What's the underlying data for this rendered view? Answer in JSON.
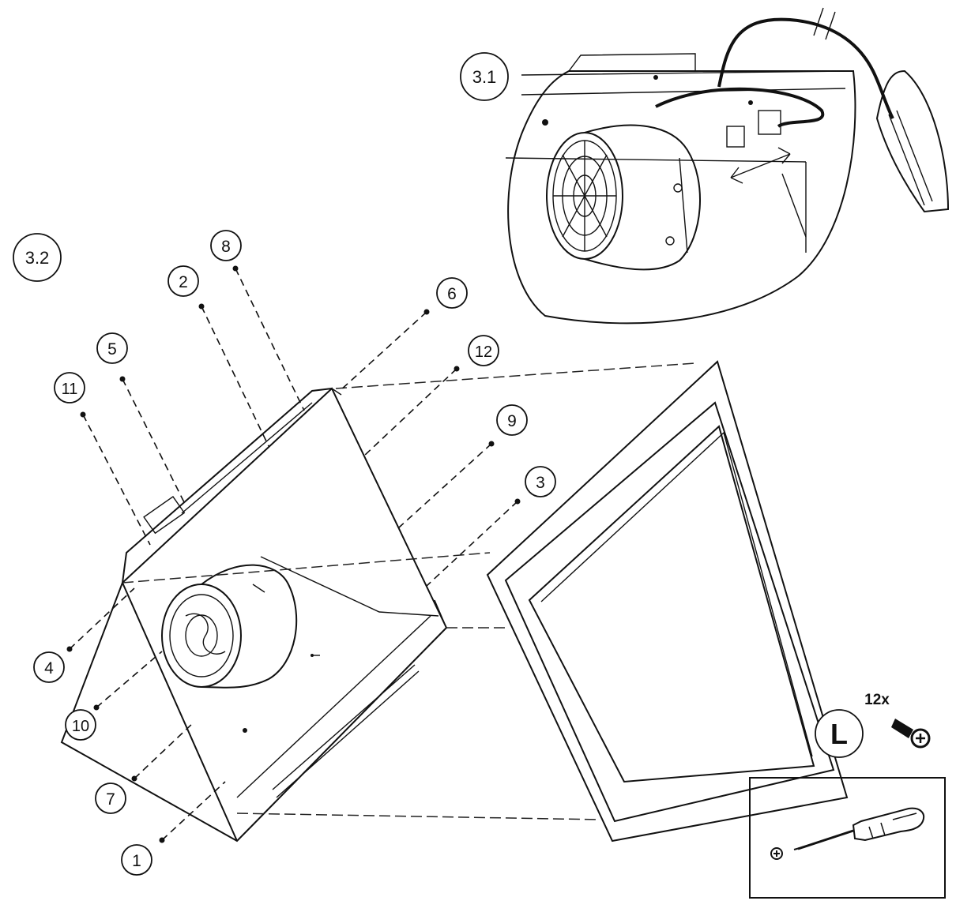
{
  "sections": {
    "detail_label": "3.1",
    "main_label": "3.2"
  },
  "callouts": [
    {
      "label": "1"
    },
    {
      "label": "2"
    },
    {
      "label": "3"
    },
    {
      "label": "4"
    },
    {
      "label": "5"
    },
    {
      "label": "6"
    },
    {
      "label": "7"
    },
    {
      "label": "8"
    },
    {
      "label": "9"
    },
    {
      "label": "10"
    },
    {
      "label": "11"
    },
    {
      "label": "12"
    }
  ],
  "hardware": {
    "quantity": "12x",
    "screw_code": "L",
    "screw_icon": "phillips-screw-icon",
    "tool_icon": "phillips-screwdriver-icon"
  }
}
